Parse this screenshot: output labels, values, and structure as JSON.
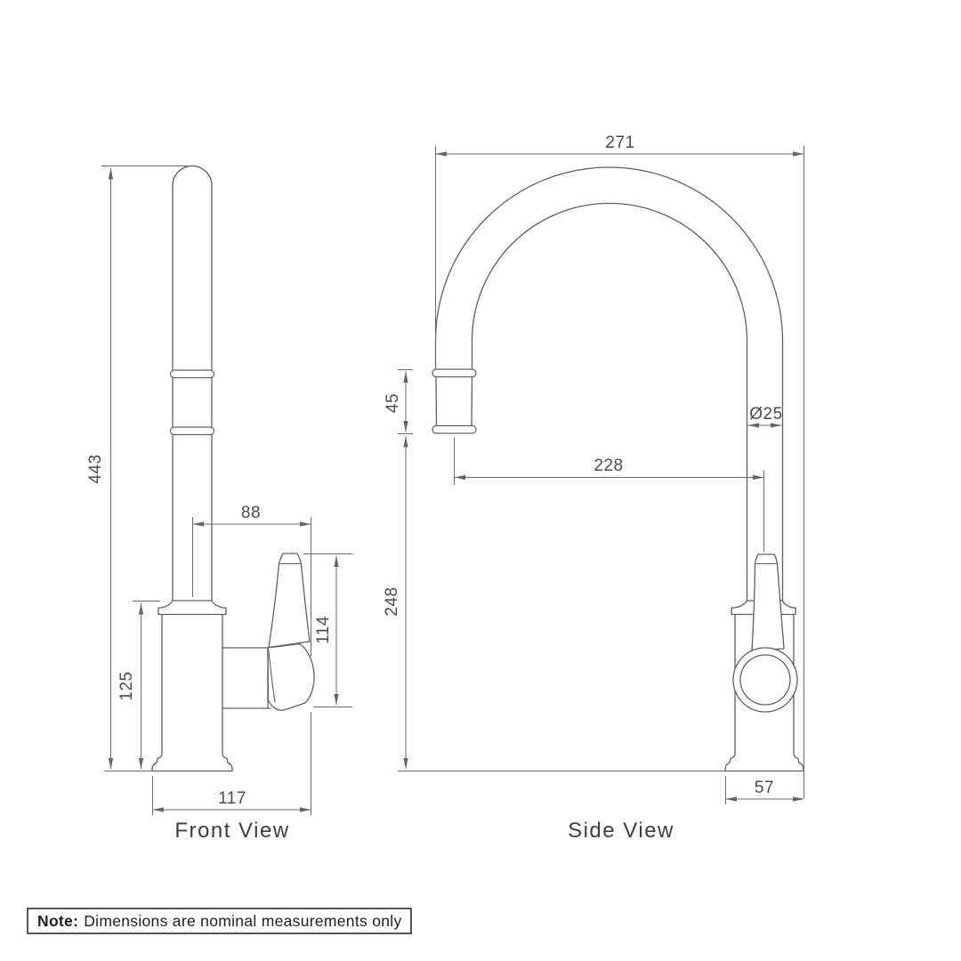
{
  "drawing": {
    "front_view": {
      "label": "Front View",
      "dimensions": {
        "overall_height": "443",
        "spout_center_to_handle_tip": "88",
        "handle_height": "114",
        "body_height": "125",
        "overall_width": "117"
      }
    },
    "side_view": {
      "label": "Side View",
      "dimensions": {
        "spout_overall_reach": "271",
        "spray_head_height": "45",
        "spout_diameter": "Ø25",
        "reach_to_handle_center": "228",
        "outlet_height": "248",
        "base_depth": "57"
      }
    },
    "note": {
      "prefix": "Note:",
      "text": "Dimensions are nominal measurements only"
    }
  },
  "colors": {
    "background": "#ffffff",
    "part_outline": "#5f6065",
    "dimension_lines": "#6b6c70",
    "dimension_text": "#4c4d51",
    "label_text": "#3e3f43",
    "note_text": "#1e1f23",
    "note_border": "#2b2c30"
  }
}
